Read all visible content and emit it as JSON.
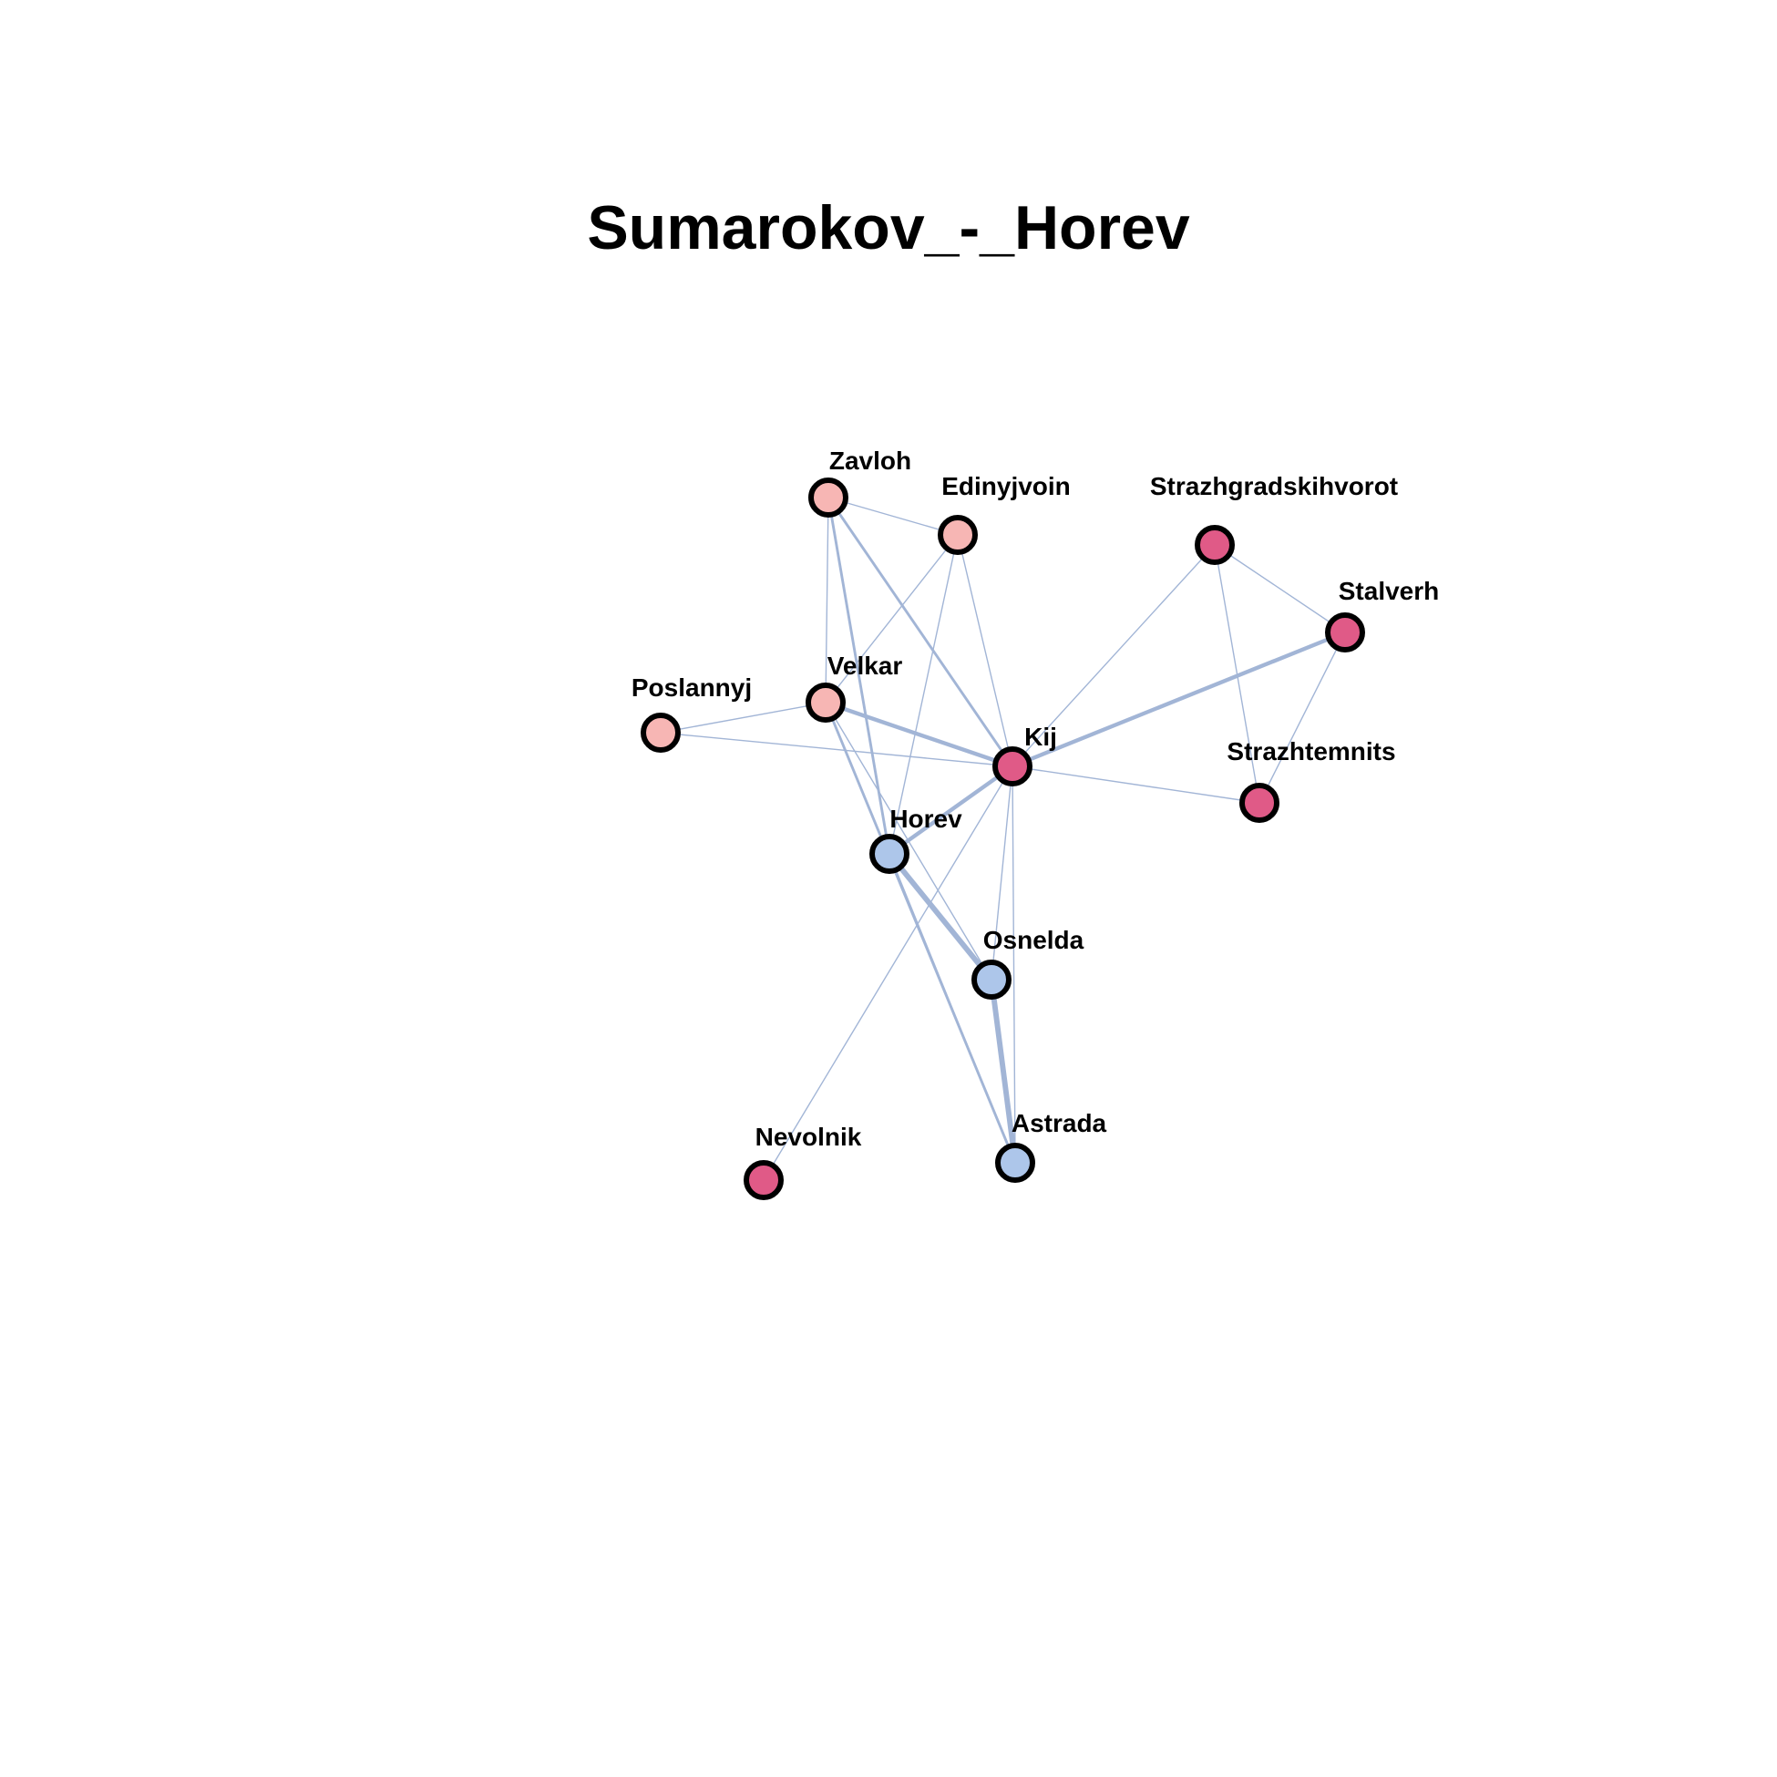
{
  "title": "Sumarokov_-_Horev",
  "colors": {
    "edge": "#a2b5d6",
    "group_pink_dark": "#e05a87",
    "group_pink_light": "#f7b6b4",
    "group_blue": "#adc6ea"
  },
  "chart_data": {
    "type": "network",
    "nodes": [
      {
        "id": "Zavloh",
        "label": "Zavloh",
        "group": "group_pink_light"
      },
      {
        "id": "Edinyjvoin",
        "label": "Edinyjvoin",
        "group": "group_pink_light"
      },
      {
        "id": "Strazhgradskihvorot",
        "label": "Strazhgradskihvorot",
        "group": "group_pink_dark"
      },
      {
        "id": "Stalverh",
        "label": "Stalverh",
        "group": "group_pink_dark"
      },
      {
        "id": "Poslannyj",
        "label": "Poslannyj",
        "group": "group_pink_light"
      },
      {
        "id": "Velkar",
        "label": "Velkar",
        "group": "group_pink_light"
      },
      {
        "id": "Kij",
        "label": "Kij",
        "group": "group_pink_dark"
      },
      {
        "id": "Strazhtemnits",
        "label": "Strazhtemnits",
        "group": "group_pink_dark"
      },
      {
        "id": "Horev",
        "label": "Horev",
        "group": "group_blue"
      },
      {
        "id": "Osnelda",
        "label": "Osnelda",
        "group": "group_blue"
      },
      {
        "id": "Nevolnik",
        "label": "Nevolnik",
        "group": "group_pink_dark"
      },
      {
        "id": "Astrada",
        "label": "Astrada",
        "group": "group_blue"
      }
    ],
    "edges": [
      {
        "source": "Zavloh",
        "target": "Edinyjvoin",
        "weight": 1
      },
      {
        "source": "Zavloh",
        "target": "Velkar",
        "weight": 1
      },
      {
        "source": "Zavloh",
        "target": "Horev",
        "weight": 2
      },
      {
        "source": "Zavloh",
        "target": "Kij",
        "weight": 2
      },
      {
        "source": "Edinyjvoin",
        "target": "Velkar",
        "weight": 1
      },
      {
        "source": "Edinyjvoin",
        "target": "Horev",
        "weight": 1
      },
      {
        "source": "Edinyjvoin",
        "target": "Kij",
        "weight": 1
      },
      {
        "source": "Strazhgradskihvorot",
        "target": "Stalverh",
        "weight": 1
      },
      {
        "source": "Strazhgradskihvorot",
        "target": "Kij",
        "weight": 1
      },
      {
        "source": "Strazhgradskihvorot",
        "target": "Strazhtemnits",
        "weight": 1
      },
      {
        "source": "Stalverh",
        "target": "Kij",
        "weight": 3
      },
      {
        "source": "Stalverh",
        "target": "Strazhtemnits",
        "weight": 1
      },
      {
        "source": "Poslannyj",
        "target": "Velkar",
        "weight": 1
      },
      {
        "source": "Poslannyj",
        "target": "Kij",
        "weight": 1
      },
      {
        "source": "Velkar",
        "target": "Kij",
        "weight": 3
      },
      {
        "source": "Velkar",
        "target": "Osnelda",
        "weight": 1
      },
      {
        "source": "Velkar",
        "target": "Astrada",
        "weight": 2
      },
      {
        "source": "Kij",
        "target": "Strazhtemnits",
        "weight": 1
      },
      {
        "source": "Kij",
        "target": "Horev",
        "weight": 3
      },
      {
        "source": "Kij",
        "target": "Osnelda",
        "weight": 1
      },
      {
        "source": "Kij",
        "target": "Astrada",
        "weight": 1
      },
      {
        "source": "Kij",
        "target": "Nevolnik",
        "weight": 1
      },
      {
        "source": "Horev",
        "target": "Osnelda",
        "weight": 4
      },
      {
        "source": "Horev",
        "target": "Astrada",
        "weight": 1
      },
      {
        "source": "Osnelda",
        "target": "Astrada",
        "weight": 4
      }
    ]
  }
}
